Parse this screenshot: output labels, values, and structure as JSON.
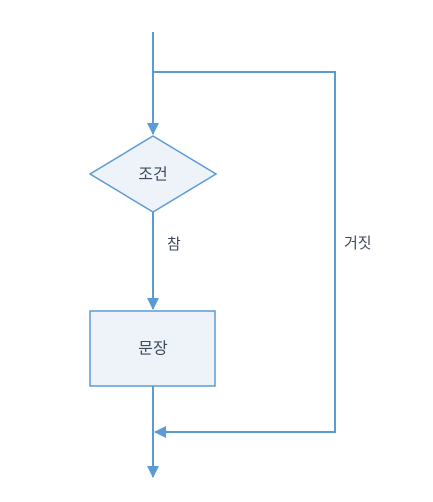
{
  "colors": {
    "line": "#5b9bd5",
    "text": "#3e4a5c",
    "fill": "#eef3fa",
    "background": "#ffffff"
  },
  "nodes": {
    "condition": {
      "label": "조건",
      "shape": "diamond"
    },
    "statement": {
      "label": "문장",
      "shape": "rectangle"
    }
  },
  "edges": {
    "true_label": "참",
    "false_label": "거짓"
  }
}
